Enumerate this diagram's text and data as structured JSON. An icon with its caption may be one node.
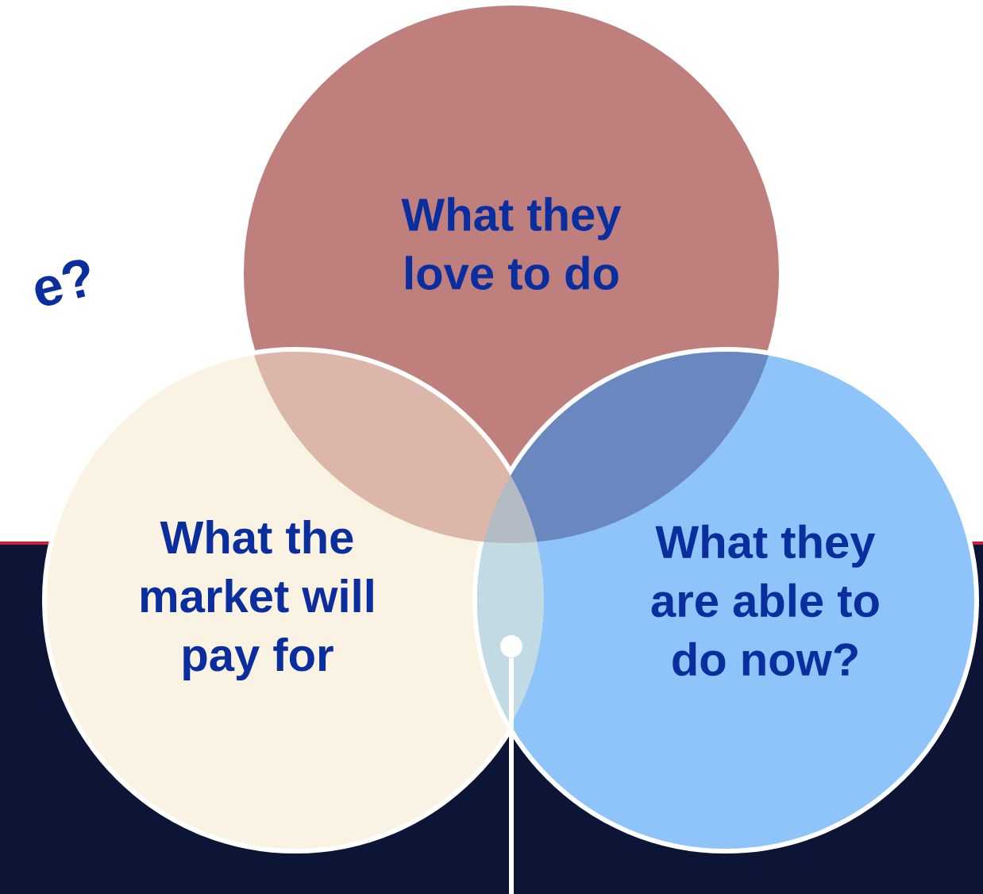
{
  "diagram": {
    "nodes": [
      {
        "text": [
          "What they love to do"
        ]
      },
      {
        "text": [
          "What the market will pay for"
        ]
      },
      {
        "text": [
          "What they are able to do now?"
        ]
      },
      {
        "text": [],
        "shape": "circle"
      }
    ],
    "edges": [
      {
        "from": null,
        "to": 3,
        "arrow": "none"
      }
    ],
    "labels": [
      "e?"
    ]
  }
}
